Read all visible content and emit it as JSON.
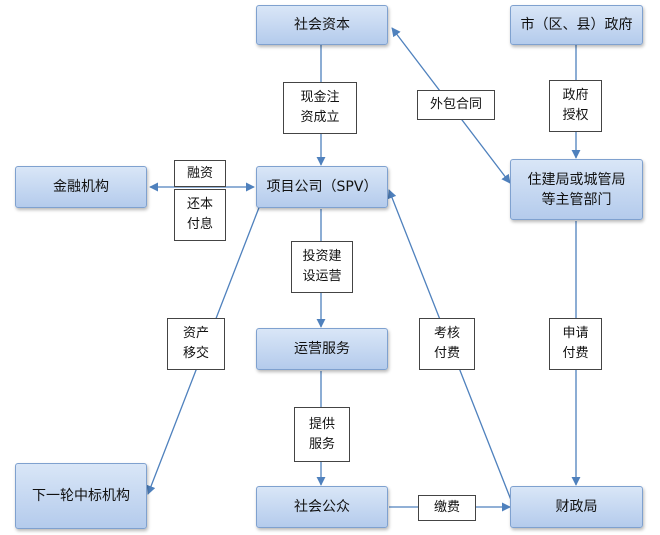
{
  "nodes": {
    "social_capital": "社会资本",
    "city_government": "市（区、县）政府",
    "financial_institution": "金融机构",
    "project_company": "项目公司（SPV）",
    "housing_bureau": "住建局或城管局\n等主管部门",
    "operation_service": "运营服务",
    "next_winning_bidder": "下一轮中标机构",
    "public": "社会公众",
    "finance_bureau": "财政局"
  },
  "edge_labels": {
    "cash_injection": "现金注\n资成立",
    "outsourcing_contract": "外包合同",
    "government_authorization": "政府\n授权",
    "financing": "融资",
    "repay_principal_interest": "还本\n付息",
    "invest_build_operate": "投资建\n设运营",
    "asset_transfer": "资产\n移交",
    "assess_pay": "考核\n付费",
    "apply_payment": "申请\n付费",
    "provide_service": "提供\n服务",
    "pay_fees": "缴费"
  },
  "colors": {
    "node_fill_top": "#d9e6f7",
    "node_fill_bottom": "#b4cbec",
    "node_border": "#7fa1cf",
    "arrow": "#4f81bd"
  }
}
